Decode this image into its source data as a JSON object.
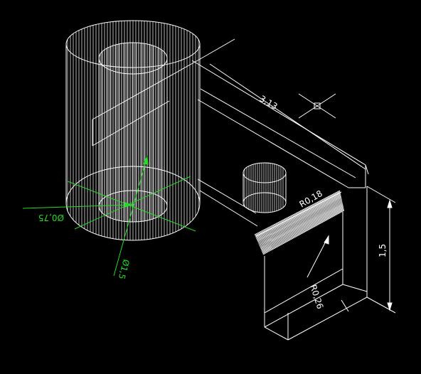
{
  "drawing": {
    "background_color": "#000000",
    "line_color": "#ffffff",
    "dimension_color": "#22dd22",
    "labels": {
      "length_top": "3,13",
      "height_right": "1,5",
      "fillet_top": "R0,18",
      "fillet_side": "R0,26",
      "diameter_outer": "Ø1,5",
      "diameter_inner": "Ø0,75"
    },
    "icons": {
      "ucs": "crosshair-icon"
    }
  }
}
